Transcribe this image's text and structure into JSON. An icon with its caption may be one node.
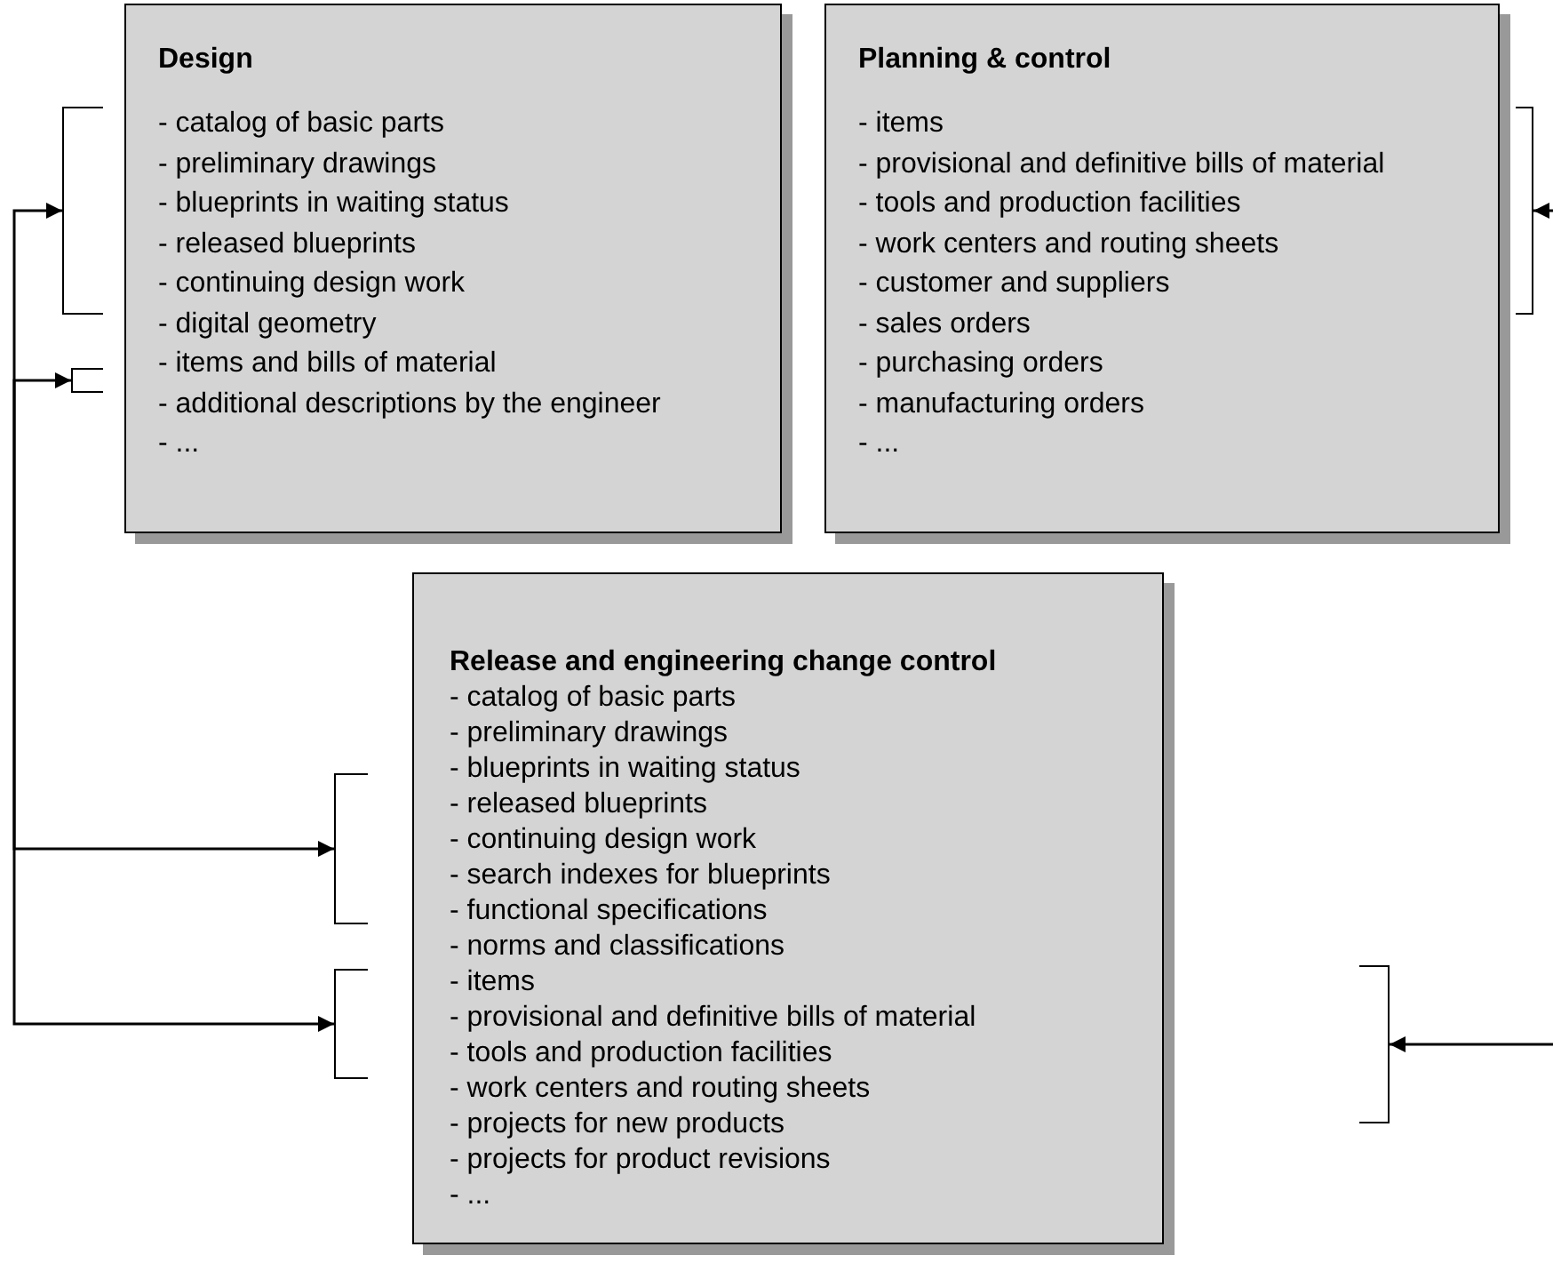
{
  "diagram": {
    "nodes": [
      {
        "text": [
          "Design",
          "- catalog of basic parts",
          "- preliminary drawings",
          "- blueprints in waiting status",
          "- released blueprints",
          "- continuing design work",
          "- digital geometry",
          "- items and bills of material",
          "- additional descriptions by the engineer",
          "- ..."
        ]
      },
      {
        "text": [
          "Planning & control",
          "- items",
          "- provisional and definitive bills of material",
          "- tools and production facilities",
          "- work centers and routing sheets",
          "- customer and suppliers",
          "- sales orders",
          "- purchasing orders",
          "- manufacturing orders",
          "- ..."
        ]
      },
      {
        "text": [
          "Release and engineering change control",
          "- catalog of basic parts",
          "- preliminary drawings",
          "- blueprints in waiting status",
          "- released blueprints",
          "- continuing design work",
          "- search indexes for blueprints",
          "- functional specifications",
          "- norms and classifications",
          "- items",
          "- provisional and definitive bills of material",
          "- tools and production facilities",
          "- work centers and routing sheets",
          "- projects for new products",
          "- projects for product revisions",
          "- ..."
        ]
      },
      {
        "text": [],
        "shape": "bracket"
      },
      {
        "text": [],
        "shape": "bracket"
      },
      {
        "text": [],
        "shape": "bracket"
      },
      {
        "text": [],
        "shape": "bracket"
      },
      {
        "text": [],
        "shape": "bracket"
      },
      {
        "text": [],
        "shape": "bracket"
      }
    ],
    "edges": [
      {
        "from": 3,
        "to": 6,
        "arrow": "both"
      },
      {
        "from": 4,
        "to": 7,
        "arrow": "both"
      },
      {
        "from": null,
        "to": 5,
        "arrow": "to"
      },
      {
        "from": null,
        "to": 8,
        "arrow": "to"
      }
    ]
  }
}
